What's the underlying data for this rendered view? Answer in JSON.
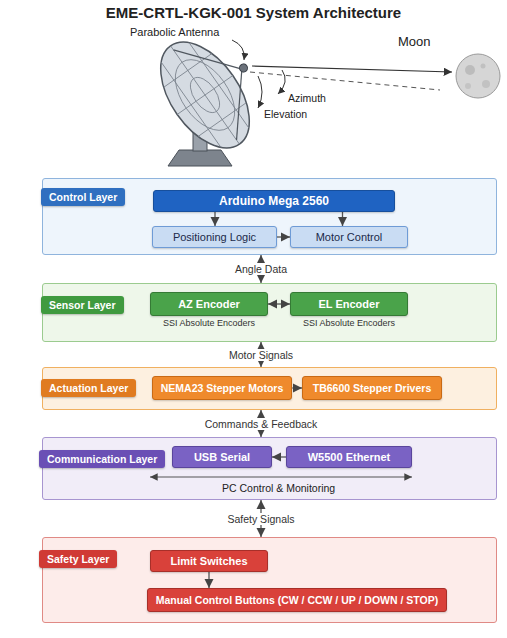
{
  "diagram": {
    "title": "EME-CRTL-KGK-001 System Architecture",
    "nodes": [
      {
        "text": [
          "Control Layer"
        ]
      },
      {
        "text": [
          "Arduino Mega 2560"
        ],
        "in": 0
      },
      {
        "text": [
          "Positioning Logic"
        ],
        "in": 0
      },
      {
        "text": [
          "Motor Control"
        ],
        "in": 0
      },
      {
        "text": [
          "Sensor Layer"
        ]
      },
      {
        "text": [
          "AZ Encoder",
          "SSI Absolute Encoders"
        ],
        "in": 4
      },
      {
        "text": [
          "EL Encoder",
          "SSI Absolute Encoders"
        ],
        "in": 4
      },
      {
        "text": [
          "Actuation Layer"
        ]
      },
      {
        "text": [
          "NEMA23 Stepper Motors"
        ],
        "in": 7
      },
      {
        "text": [
          "TB6600 Stepper Drivers"
        ],
        "in": 7
      },
      {
        "text": [
          "Communication Layer"
        ]
      },
      {
        "text": [
          "USB Serial"
        ],
        "in": 10
      },
      {
        "text": [
          "W5500 Ethernet"
        ],
        "in": 10
      },
      {
        "text": [
          "Safety Layer"
        ]
      },
      {
        "text": [
          "Limit Switches"
        ],
        "in": 13
      },
      {
        "text": [
          "Manual Control Buttons (CW / CCW / UP / DOWN / STOP)"
        ],
        "in": 13
      }
    ],
    "edges": [
      {
        "from": 1,
        "to": 2,
        "arrow": "to"
      },
      {
        "from": 1,
        "to": 3,
        "arrow": "to"
      },
      {
        "from": 2,
        "to": 3,
        "arrow": "to"
      },
      {
        "from": 0,
        "to": 4,
        "label": "Angle Data",
        "arrow": "both"
      },
      {
        "from": 5,
        "to": 6,
        "arrow": "both"
      },
      {
        "from": 4,
        "to": 7,
        "label": "Motor Signals",
        "arrow": "both"
      },
      {
        "from": 8,
        "to": 9,
        "arrow": "to"
      },
      {
        "from": 7,
        "to": 10,
        "label": "Commands & Feedback",
        "arrow": "both"
      },
      {
        "from": 12,
        "to": 11,
        "arrow": "to"
      },
      {
        "from": 10,
        "to": 13,
        "label": "Safety Signals",
        "arrow": "both"
      },
      {
        "from": 14,
        "to": 15,
        "arrow": "to"
      }
    ],
    "labels": [
      "Parabolic Antenna",
      "Moon",
      "Azimuth",
      "Elevation",
      "PC Control & Monitoring"
    ]
  }
}
